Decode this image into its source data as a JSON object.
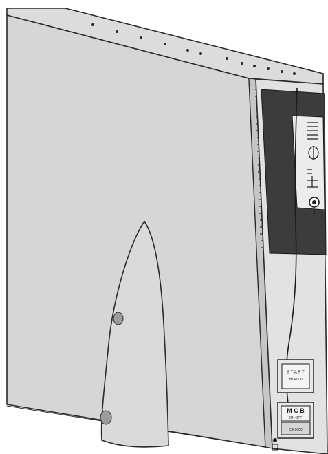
{
  "illustration": {
    "subject": "tower-ups-with-stand",
    "colors": {
      "body": "#d9d9d9",
      "body_shadow": "#c9c9c9",
      "outline": "#2a2a2a",
      "dark_panel": "#3c3c3c",
      "light_panel": "#e4e4e4",
      "stand": "#dadada",
      "knob": "#9c9c9c"
    }
  },
  "front_panel": {
    "module_1": {
      "text": "S T A R T",
      "subtext": "HTA 000"
    },
    "module_2": {
      "text": "M C B",
      "subtext": "ON  OFF",
      "footer": "CE 0000"
    }
  }
}
